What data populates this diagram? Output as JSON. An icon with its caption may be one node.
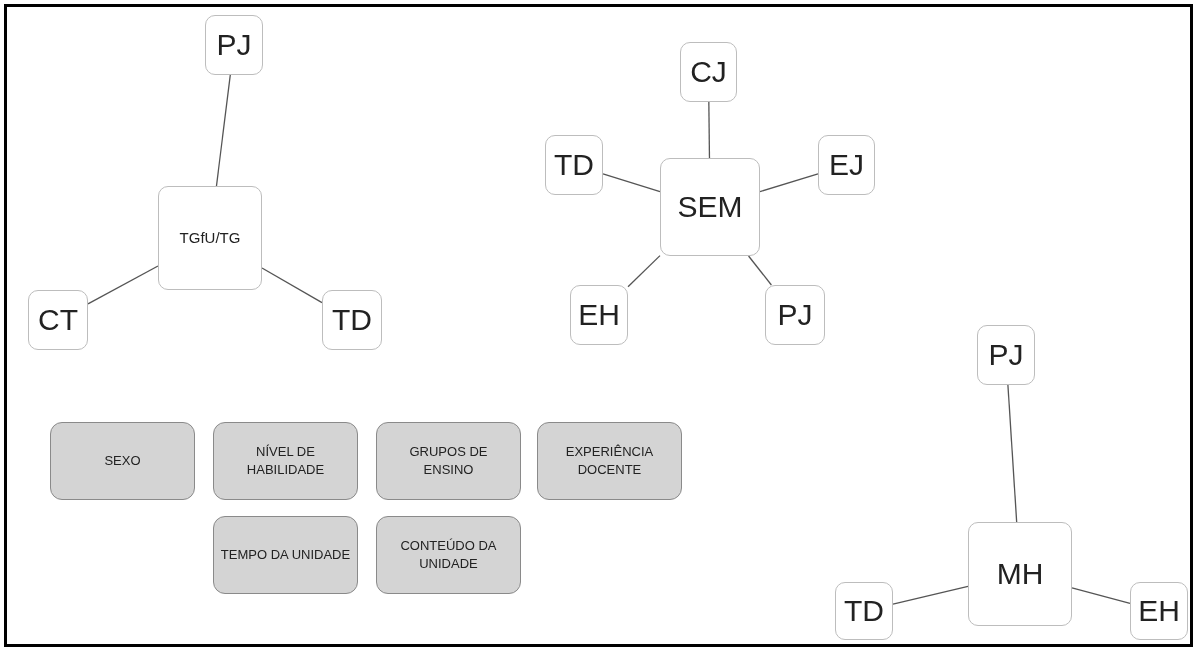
{
  "diagram": {
    "nodes": [
      {
        "text": [
          "TGfU/TG"
        ]
      },
      {
        "text": [
          "PJ"
        ]
      },
      {
        "text": [
          "CT"
        ]
      },
      {
        "text": [
          "TD"
        ]
      },
      {
        "text": [
          "SEM"
        ]
      },
      {
        "text": [
          "CJ"
        ]
      },
      {
        "text": [
          "TD"
        ]
      },
      {
        "text": [
          "EJ"
        ]
      },
      {
        "text": [
          "EH"
        ]
      },
      {
        "text": [
          "PJ"
        ]
      },
      {
        "text": [
          "SEXO"
        ]
      },
      {
        "text": [
          "NÍVEL DE HABILIDADE"
        ]
      },
      {
        "text": [
          "GRUPOS DE ENSINO"
        ]
      },
      {
        "text": [
          "EXPERIÊNCIA DOCENTE"
        ]
      },
      {
        "text": [
          "TEMPO DA UNIDADE"
        ]
      },
      {
        "text": [
          "CONTEÚDO DA UNIDADE"
        ]
      },
      {
        "text": [
          "MH"
        ]
      },
      {
        "text": [
          "PJ"
        ]
      },
      {
        "text": [
          "TD"
        ]
      },
      {
        "text": [
          "EH"
        ]
      }
    ],
    "edges": [
      {
        "from": 1,
        "to": 0,
        "arrow": "none"
      },
      {
        "from": 2,
        "to": 0,
        "arrow": "none"
      },
      {
        "from": 3,
        "to": 0,
        "arrow": "none"
      },
      {
        "from": 5,
        "to": 4,
        "arrow": "none"
      },
      {
        "from": 6,
        "to": 4,
        "arrow": "none"
      },
      {
        "from": 7,
        "to": 4,
        "arrow": "none"
      },
      {
        "from": 8,
        "to": 4,
        "arrow": "none"
      },
      {
        "from": 9,
        "to": 4,
        "arrow": "none"
      },
      {
        "from": 17,
        "to": 16,
        "arrow": "none"
      },
      {
        "from": 18,
        "to": 16,
        "arrow": "none"
      },
      {
        "from": 19,
        "to": 16,
        "arrow": "none"
      }
    ]
  }
}
